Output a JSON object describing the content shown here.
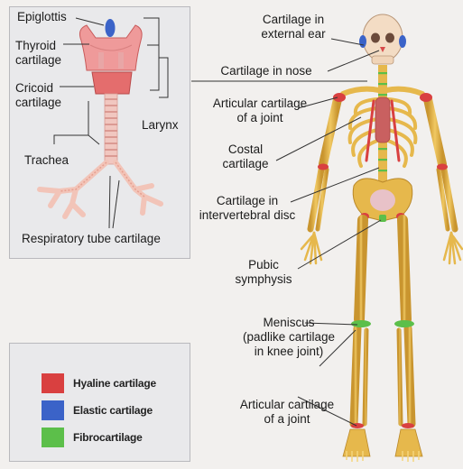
{
  "colors": {
    "hyaline": "#d94040",
    "elastic": "#3b63c8",
    "fibro": "#5cbf4a",
    "bone": "#e6b84c",
    "bone_dark": "#b9882a"
  },
  "larynx_labels": {
    "epiglottis": "Epiglottis",
    "thyroid": "Thyroid\ncartilage",
    "cricoid": "Cricoid\ncartilage",
    "larynx": "Larynx",
    "trachea": "Trachea",
    "respiratory": "Respiratory tube cartilage"
  },
  "skeleton_labels": {
    "ear": "Cartilage in\nexternal ear",
    "nose": "Cartilage in nose",
    "articular_top": "Articular cartilage\nof a joint",
    "costal": "Costal\ncartilage",
    "intervertebral": "Cartilage in\nintervertebral disc",
    "pubic": "Pubic\nsymphysis",
    "meniscus": "Meniscus\n(padlike cartilage\nin knee joint)",
    "articular_bottom": "Articular cartilage\nof a joint"
  },
  "legend": [
    {
      "label": "Hyaline cartilage",
      "color": "#d94040"
    },
    {
      "label": "Elastic cartilage",
      "color": "#3b63c8"
    },
    {
      "label": "Fibrocartilage",
      "color": "#5cbf4a"
    }
  ]
}
